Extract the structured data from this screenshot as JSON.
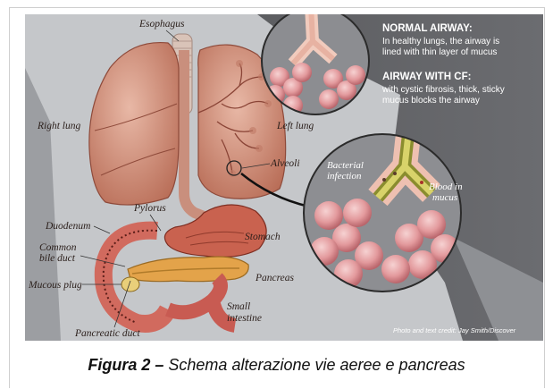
{
  "labels": {
    "esophagus": "Esophagus",
    "right_lung": "Right lung",
    "left_lung": "Left lung",
    "alveoli": "Alveoli",
    "pylorus": "Pylorus",
    "duodenum": "Duodenum",
    "common_bile_duct_1": "Common",
    "common_bile_duct_2": "bile duct",
    "stomach": "Stomach",
    "mucous_plug": "Mucous plug",
    "pancreas": "Pancreas",
    "small_intestine_1": "Small",
    "small_intestine_2": "intestine",
    "pancreatic_duct": "Pancreatic duct",
    "bacterial_infection_1": "Bacterial",
    "bacterial_infection_2": "infection",
    "blood_in_mucus_1": "Blood in",
    "blood_in_mucus_2": "mucus"
  },
  "info": {
    "normal_title": "NORMAL AIRWAY:",
    "normal_line1": "In healthy lungs, the airway is",
    "normal_line2": "lined with thin layer of mucus",
    "cf_title": "AIRWAY WITH CF:",
    "cf_line1": "with cystic fibrosis, thick, sticky",
    "cf_line2": "mucus blocks the airway"
  },
  "credit": "Photo and text credit: Jay Smith/Discover",
  "caption": {
    "bold": "Figura 2 –",
    "text": " Schema alterazione vie aeree e pancreas"
  },
  "colors": {
    "background": "#6e6f72",
    "body": "#c7c9cc",
    "lung": "#d79a86",
    "lung_dark": "#a9604e",
    "mucus": "#c8c45a",
    "alveoli": "#e8a3a6"
  }
}
